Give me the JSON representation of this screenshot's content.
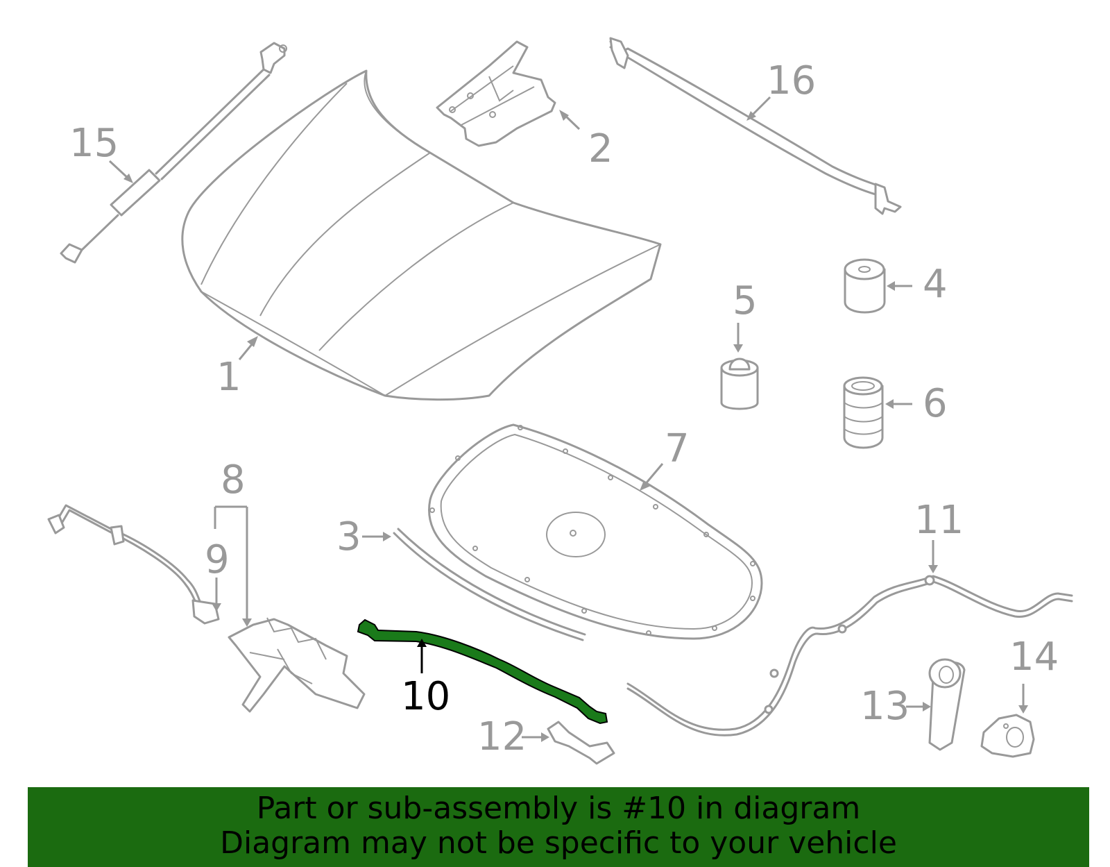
{
  "labels": {
    "p1": "1",
    "p2": "2",
    "p3": "3",
    "p4": "4",
    "p5": "5",
    "p6": "6",
    "p7": "7",
    "p8": "8",
    "p9": "9",
    "p10": "10",
    "p11": "11",
    "p12": "12",
    "p13": "13",
    "p14": "14",
    "p15": "15",
    "p16": "16"
  },
  "highlighted_part": "10",
  "colors": {
    "part_stroke": "#999999",
    "highlight": "#1a7a1a",
    "banner": "#1b6b10"
  },
  "banner": {
    "line1": "Part or sub-assembly is #10 in diagram",
    "line2": "Diagram may not be specific to your vehicle"
  }
}
